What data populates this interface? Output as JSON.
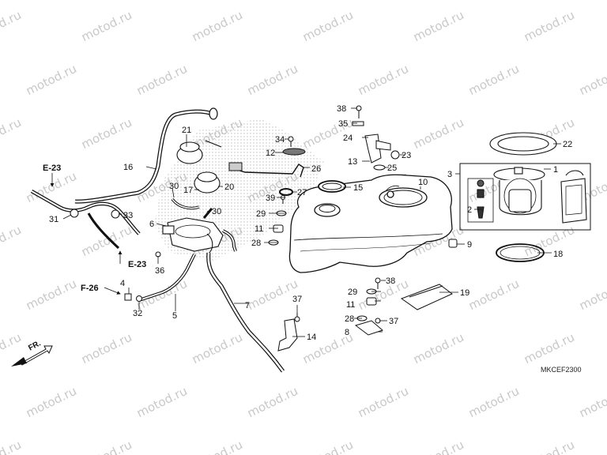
{
  "watermark": "motod.ru",
  "diagram_code": "MKCEF2300",
  "front_marker": "FR.",
  "references": [
    {
      "id": "ref-e23-top",
      "text": "E-23"
    },
    {
      "id": "ref-e23-mid",
      "text": "E-23"
    },
    {
      "id": "ref-f26",
      "text": "F-26"
    }
  ],
  "callouts": [
    {
      "id": "p1",
      "text": "1"
    },
    {
      "id": "p2",
      "text": "2"
    },
    {
      "id": "p3",
      "text": "3"
    },
    {
      "id": "p4",
      "text": "4"
    },
    {
      "id": "p5",
      "text": "5"
    },
    {
      "id": "p6",
      "text": "6"
    },
    {
      "id": "p7",
      "text": "7"
    },
    {
      "id": "p8",
      "text": "8"
    },
    {
      "id": "p9",
      "text": "9"
    },
    {
      "id": "p10",
      "text": "10"
    },
    {
      "id": "p11a",
      "text": "11"
    },
    {
      "id": "p11b",
      "text": "11"
    },
    {
      "id": "p12",
      "text": "12"
    },
    {
      "id": "p13",
      "text": "13"
    },
    {
      "id": "p14",
      "text": "14"
    },
    {
      "id": "p15",
      "text": "15"
    },
    {
      "id": "p16",
      "text": "16"
    },
    {
      "id": "p17",
      "text": "17"
    },
    {
      "id": "p18",
      "text": "18"
    },
    {
      "id": "p19",
      "text": "19"
    },
    {
      "id": "p20",
      "text": "20"
    },
    {
      "id": "p21",
      "text": "21"
    },
    {
      "id": "p22",
      "text": "22"
    },
    {
      "id": "p23",
      "text": "23"
    },
    {
      "id": "p24",
      "text": "24"
    },
    {
      "id": "p25",
      "text": "25"
    },
    {
      "id": "p26",
      "text": "26"
    },
    {
      "id": "p27",
      "text": "27"
    },
    {
      "id": "p28a",
      "text": "28"
    },
    {
      "id": "p28b",
      "text": "28"
    },
    {
      "id": "p29a",
      "text": "29"
    },
    {
      "id": "p29b",
      "text": "29"
    },
    {
      "id": "p30a",
      "text": "30"
    },
    {
      "id": "p30b",
      "text": "30"
    },
    {
      "id": "p31",
      "text": "31"
    },
    {
      "id": "p32",
      "text": "32"
    },
    {
      "id": "p33",
      "text": "33"
    },
    {
      "id": "p34",
      "text": "34"
    },
    {
      "id": "p35",
      "text": "35"
    },
    {
      "id": "p36",
      "text": "36"
    },
    {
      "id": "p37a",
      "text": "37"
    },
    {
      "id": "p37b",
      "text": "37"
    },
    {
      "id": "p38a",
      "text": "38"
    },
    {
      "id": "p38b",
      "text": "38"
    },
    {
      "id": "p39",
      "text": "39"
    }
  ]
}
